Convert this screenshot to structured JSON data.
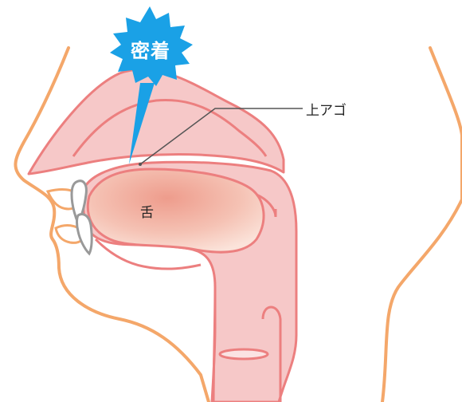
{
  "badge": {
    "text": "密着",
    "color": "#1aa1e6"
  },
  "labels": {
    "palate": "上アゴ",
    "tongue": "舌"
  },
  "colors": {
    "skin_outline": "#f4a76a",
    "tissue_outline": "#ec7f7f",
    "tissue_fill": "#f6c8c8",
    "tongue_fill": "#f2b4a6",
    "leader_line": "#555555",
    "teeth_outline": "#999999"
  }
}
